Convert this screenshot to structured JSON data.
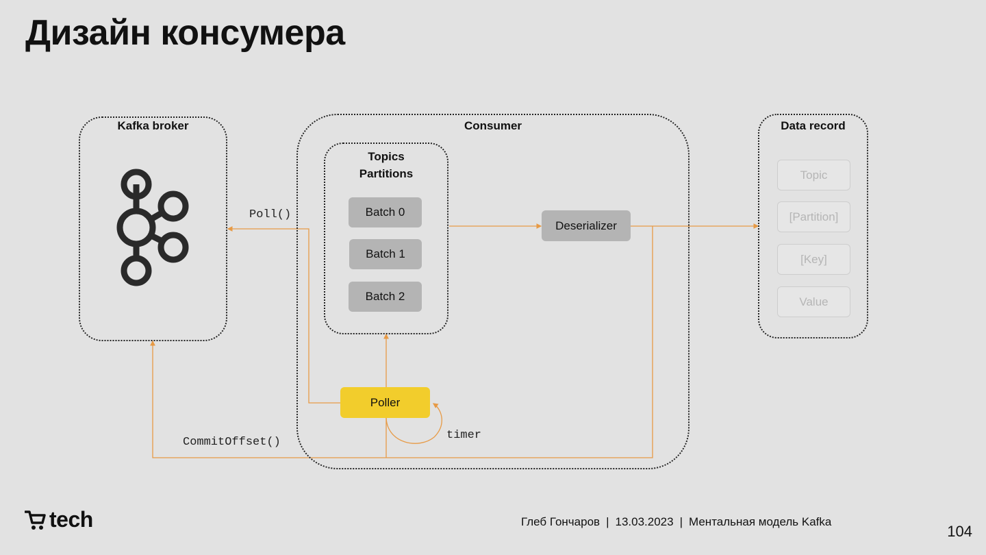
{
  "slide": {
    "title": "Дизайн консумера",
    "page_number": "104"
  },
  "groups": {
    "broker": "Kafka broker",
    "consumer": "Consumer",
    "topics": [
      "Topics",
      "Partitions"
    ],
    "data_record": "Data record"
  },
  "batches": [
    "Batch 0",
    "Batch 1",
    "Batch 2"
  ],
  "deserializer": "Deserializer",
  "poller": "Poller",
  "record_fields": [
    "Topic",
    "[Partition]",
    "[Key]",
    "Value"
  ],
  "calls": {
    "poll": "Poll()",
    "commit": "CommitOffset()",
    "timer": "timer"
  },
  "footer": {
    "author": "Глеб Гончаров",
    "date": "13.03.2023",
    "talk": "Ментальная модель Kafka",
    "separator": "|"
  },
  "logo": {
    "text": "tech",
    "icon": "cart-icon"
  },
  "colors": {
    "arrow": "#e79a45",
    "poller": "#f2cd2c",
    "box": "#b4b4b4",
    "background": "#e2e2e2"
  }
}
